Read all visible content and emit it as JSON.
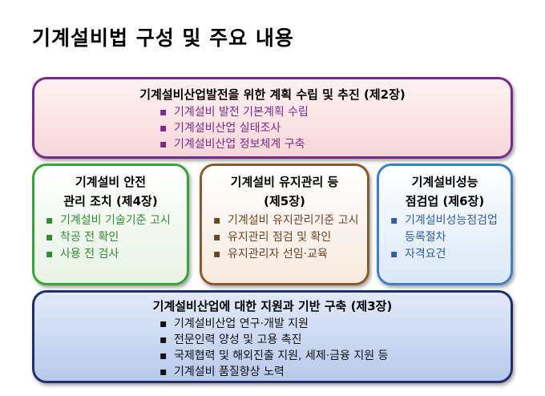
{
  "title": "기계설비법 구성 및 주요 내용",
  "bullet_marker": "▪",
  "plan": {
    "heading": "기계설비산업발전을 위한 계획 수립 및 추진 (제2장)",
    "items": [
      "기계설비 발전 기본계획 수립",
      "기계설비산업 실태조사",
      "기계설비산업 정보체계 구축"
    ]
  },
  "safety": {
    "heading_line1": "기계설비 안전",
    "heading_line2": "관리 조치 (제4장)",
    "items": [
      "기계설비 기술기준 고시",
      "착공 전 확인",
      "사용 전 검사"
    ]
  },
  "maintenance": {
    "heading_line1": "기계설비 유지관리 등",
    "heading_line2": "(제5장)",
    "items": [
      "기계설비 유지관리기준 고시",
      "유지관리 점검 및 확인",
      "유지관리자 선임·교육"
    ]
  },
  "performance": {
    "heading_line1": "기계설비성능",
    "heading_line2": "점검업 (제6장)",
    "items": [
      "기계설비성능점검업 등록절차",
      "자격요건"
    ]
  },
  "support": {
    "heading": "기계설비산업에 대한 지원과 기반 구축 (제3장)",
    "items": [
      "기계설비산업 연구·개발 지원",
      "전문인력 양성 및 고용 촉진",
      "국제협력 및 해외진출 지원, 세제·금융 지원 등",
      "기계설비 품질향상 노력"
    ]
  },
  "colors": {
    "plan_border": "#7a2a8c",
    "safety_border": "#3aa33a",
    "maintenance_border": "#8a5a2b",
    "performance_border": "#3b7fc4",
    "support_border": "#1f2f6e"
  }
}
